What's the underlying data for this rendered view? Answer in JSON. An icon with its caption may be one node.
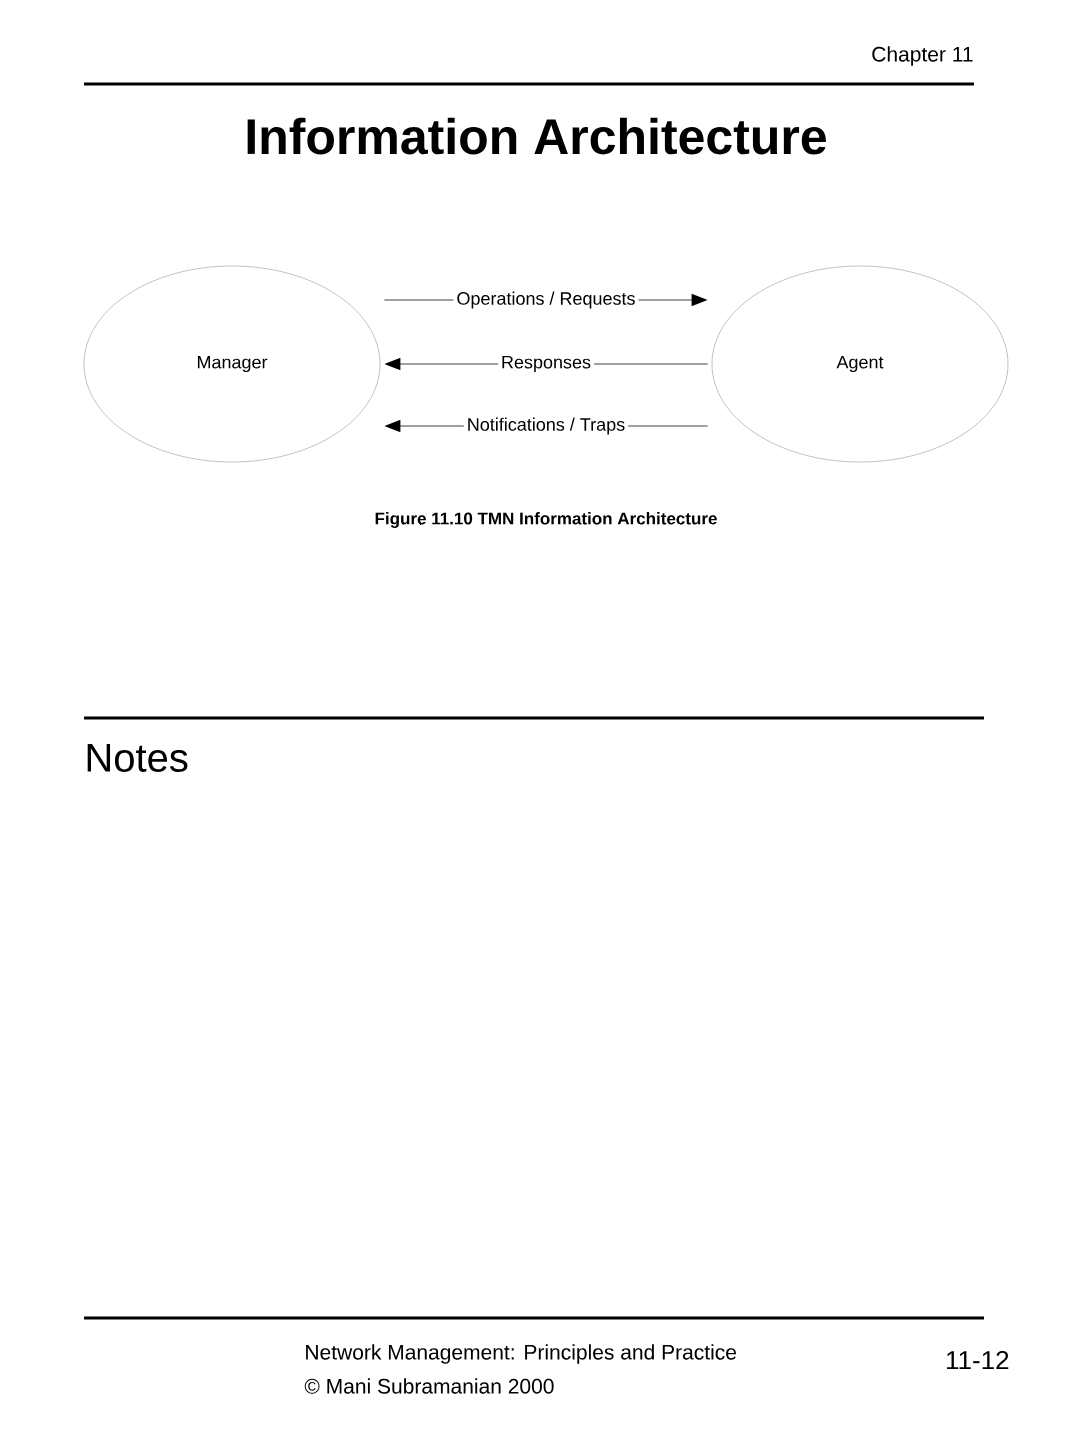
{
  "diagram": {
    "title": "Information Architecture",
    "caption": "Figure 11.10 TMN Information Architecture",
    "nodes": [
      {
        "text": [
          "Manager"
        ]
      },
      {
        "text": [
          "Agent"
        ]
      }
    ],
    "edges": [
      {
        "from": 0,
        "to": 1,
        "arrow": "to",
        "label": "Operations / Requests"
      },
      {
        "from": 1,
        "to": 0,
        "arrow": "to",
        "label": "Responses"
      },
      {
        "from": 1,
        "to": 0,
        "arrow": "to",
        "label": "Notifications / Traps"
      }
    ],
    "labels": [
      "Chapter 11",
      "Notes",
      "Network Management: Principles and Practice",
      "© Mani Subramanian 2000",
      "11-12"
    ]
  }
}
